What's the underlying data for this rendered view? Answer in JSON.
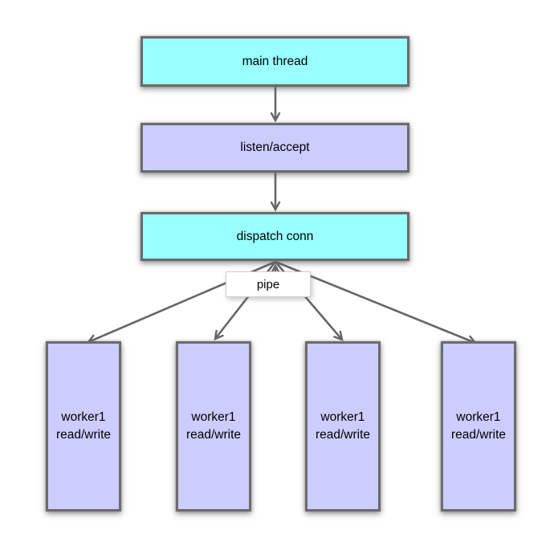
{
  "diagram": {
    "colors": {
      "node_cyan": "#99ffff",
      "node_lavender": "#ccccff",
      "node_border": "#6b6b6b",
      "arrow": "#666666",
      "pipe_background": "#ffffff",
      "text": "#000000",
      "page_background": "#ffffff"
    },
    "nodes": {
      "main_thread": {
        "label": "main thread"
      },
      "listen_accept": {
        "label": "listen/accept"
      },
      "dispatch_conn": {
        "label": "dispatch conn"
      },
      "pipe": {
        "label": "pipe"
      },
      "workers": [
        {
          "line1": "worker1",
          "line2": "read/write"
        },
        {
          "line1": "worker1",
          "line2": "read/write"
        },
        {
          "line1": "worker1",
          "line2": "read/write"
        },
        {
          "line1": "worker1",
          "line2": "read/write"
        }
      ]
    }
  }
}
